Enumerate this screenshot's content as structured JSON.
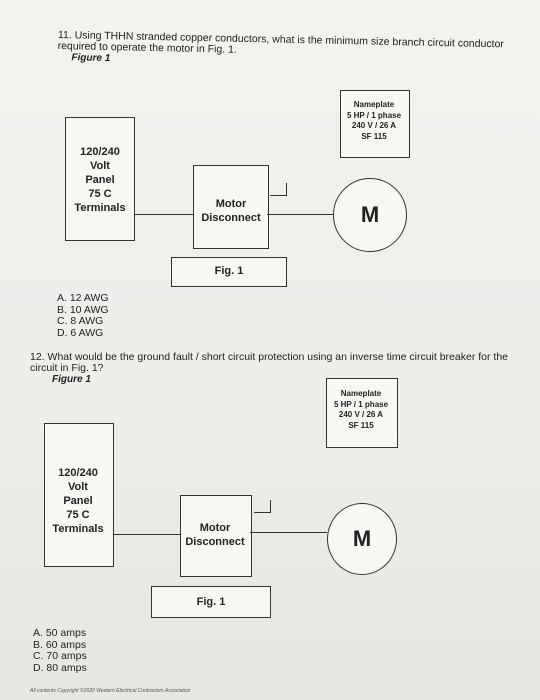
{
  "q11": {
    "number": "11.",
    "text": "Using THHN stranded copper conductors, what is the minimum size branch circuit conductor required to operate the motor in Fig. 1.",
    "figure_ref": "Figure 1",
    "panel_lines": "120/240\nVolt\nPanel\n75 C\nTerminals",
    "disconnect_lines": "Motor\nDisconnect",
    "nameplate_lines": "Nameplate\n5 HP / 1 phase\n240 V / 26 A\nSF 115",
    "motor_letter": "M",
    "fig_label": "Fig. 1",
    "answers": [
      "A. 12 AWG",
      "B. 10 AWG",
      "C. 8 AWG",
      "D. 6 AWG"
    ]
  },
  "q12": {
    "number": "12.",
    "text": "What would be the ground fault / short circuit protection using an inverse time circuit breaker for the circuit in Fig. 1?",
    "figure_ref": "Figure 1",
    "panel_lines": "120/240\nVolt\nPanel\n75 C\nTerminals",
    "disconnect_lines": "Motor\nDisconnect",
    "nameplate_lines": "Nameplate\n5 HP / 1 phase\n240 V / 26 A\nSF 115",
    "motor_letter": "M",
    "fig_label": "Fig. 1",
    "answers": [
      "A. 50 amps",
      "B. 60 amps",
      "C. 70 amps",
      "D. 80 amps"
    ]
  },
  "footer": {
    "copyright": "All contents Copyright ©2020 Western Electrical Contractors Association"
  }
}
